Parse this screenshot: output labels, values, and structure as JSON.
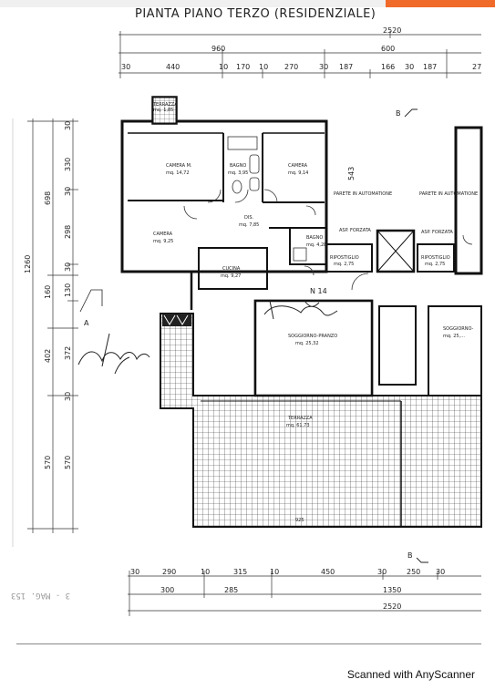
{
  "title": "PIANTA PIANO TERZO (RESIDENZIALE)",
  "footer_text": "Scanned with AnyScanner",
  "stamp_text": "3 - MAG. 153",
  "signature_text": "N 14",
  "section_labels": {
    "top_b": "B",
    "bottom_b": "B",
    "side_a": "A"
  },
  "top_dims": {
    "total": "2520",
    "row1": [
      "960",
      "600"
    ],
    "row2": [
      "30",
      "440",
      "10",
      "170",
      "10",
      "270",
      "30",
      "187",
      "166",
      "30",
      "187",
      "27"
    ]
  },
  "left_dims": {
    "outer": [
      "1260"
    ],
    "mid": [
      "698",
      "160",
      "402",
      "570"
    ],
    "inner": [
      "30",
      "330",
      "30",
      "298",
      "30",
      "130",
      "372",
      "30",
      "570"
    ]
  },
  "bottom_dims": {
    "row1": [
      "30",
      "290",
      "10",
      "315",
      "10",
      "450",
      "30",
      "250",
      "30"
    ],
    "row2": [
      "300",
      "285",
      "1350"
    ],
    "total": "2520"
  },
  "rooms": [
    {
      "name": "CAMERA M.",
      "area": "mq. 14,72"
    },
    {
      "name": "BAGNO",
      "area": "mq. 3,95"
    },
    {
      "name": "CAMERA",
      "area": "mq. 9,14"
    },
    {
      "name": "CAMERA",
      "area": "mq. 9,25"
    },
    {
      "name": "DIS.",
      "area": "mq. 7,85"
    },
    {
      "name": "BAGNO",
      "area": "mq. 4,28"
    },
    {
      "name": "CUCINA",
      "area": "mq. 9,27"
    },
    {
      "name": "RIPOSTIGLIO",
      "area": "mq. 2,75"
    },
    {
      "name": "RIPOSTIGLIO",
      "area": "mq. 2,75"
    },
    {
      "name": "SOGGIORNO-PRANZO",
      "area": "mq. 25,32"
    },
    {
      "name": "SOGGIORNO-",
      "area": "mq. 25,..."
    },
    {
      "name": "TERRAZZA",
      "area": "mq. 61,73"
    },
    {
      "name": "TERRAZZA",
      "area": "mq. 1,85"
    }
  ],
  "notes": {
    "parete": "PARETE IN AUTOMATIONE",
    "parete2": "PARETE IN AUTOMATIONE",
    "asp": "ASP. FORZATA",
    "asp2": "ASP. FORZATA",
    "dim_543": "543",
    "dim_925": "925"
  }
}
